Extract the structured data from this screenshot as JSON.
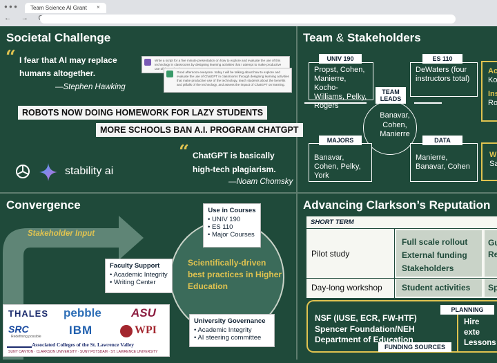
{
  "browser": {
    "tab_title": "Team Science AI Grant",
    "tab_close": "×",
    "window_controls": "● ● ●",
    "nav_icons": "← → C ⌂"
  },
  "societal": {
    "title": "Societal Challenge",
    "quote1": {
      "line1": "I fear that AI may replace",
      "line2": "humans altogether.",
      "author": "—Stephen Hawking"
    },
    "doc1": "Write a script for a five minute presentation on how to explore and evaluate the use of this technology in classrooms by designing learning activities that I attempt to make productive use of the technology",
    "doc2": "Good afternoon everyone. today I will be talking about how to explore and evaluate the use of ChatGPT in classrooms through designing learning activities that make productive use of the technology, teach students about the benefits and pitfalls of the technology, and assess the impact of ChatGPT on learning.",
    "headline1": "ROBOTS NOW DOING HOMEWORK FOR LAZY STUDENTS",
    "headline2": "MORE SCHOOLS BAN A.I. PROGRAM CHATGPT",
    "quote2": {
      "line1": "ChatGPT is basically",
      "line2": "high-tech plagiarism.",
      "author": "—Noam Chomsky"
    },
    "stability": "stability ai"
  },
  "team": {
    "title_a": "Team",
    "title_amp": "&",
    "title_b": "Stakeholders",
    "univ_label": "UNIV 190",
    "univ_text": "Propst, Cohen, Manierre, Kocho-Williams, Pelky, Rogers",
    "es_label": "ES 110",
    "es_text": "DeWaters (four instructors total)",
    "leads_label": "TEAM LEADS",
    "leads_text": "Banavar, Cohen, Manierre",
    "majors_label": "MAJORS",
    "majors_text": "Banavar, Cohen, Pelky, York",
    "data_label": "DATA",
    "data_text": "Manierre, Banavar, Cohen",
    "side": {
      "a1": "Ac",
      "a2": "Ko",
      "b1": "Ins",
      "b2": "Ro",
      "c1": "W",
      "c2": "Sa"
    }
  },
  "convergence": {
    "title": "Convergence",
    "stakeholder_input": "Stakeholder Input",
    "courses_title": "Use in Courses",
    "courses": [
      "UNIV 190",
      "ES 110",
      "Major Courses"
    ],
    "faculty_title": "Faculty Support",
    "faculty": [
      "Academic Integrity",
      "Writing Center"
    ],
    "center_text": "Scientifically-driven best practices in Higher Education",
    "gov_title": "University Governance",
    "gov": [
      "Academic Integrity",
      "AI steering committee"
    ]
  },
  "logos": {
    "thales": "THALES",
    "pebble": "pebble",
    "asu": "ASU",
    "src": "SRC",
    "src_tag": "Redefining possible",
    "ibm": "IBM",
    "wpi": "WPI",
    "acc_title": "Associated Colleges of the St. Lawrence Valley",
    "acc_members": "SUNY CANTON · CLARKSON UNIVERSITY · SUNY POTSDAM · ST. LAWRENCE UNIVERSITY"
  },
  "reputation": {
    "title": "Advancing Clarkson’s Reputation",
    "short_term": "SHORT TERM",
    "pilot": "Pilot study",
    "pilot_outcomes": [
      "Full scale rollout",
      "External funding",
      "Stakeholders"
    ],
    "workshop": "Day-long workshop",
    "workshop_outcome": "Student activities",
    "side_a": "Gu",
    "side_b": "Re",
    "side_c": "Sp",
    "funding": [
      "NSF (IUSE, ECR, FW-HTF)",
      "Spencer Foundation/NEH",
      "Department of Education"
    ],
    "funding_label": "FUNDING SOURCES",
    "planning_label": "PLANNING",
    "planning": [
      "Hire exte",
      "Lessons"
    ]
  },
  "colors": {
    "background": "#1f4a3a",
    "accent": "#e0c350",
    "panel": "#c9d3c8"
  }
}
